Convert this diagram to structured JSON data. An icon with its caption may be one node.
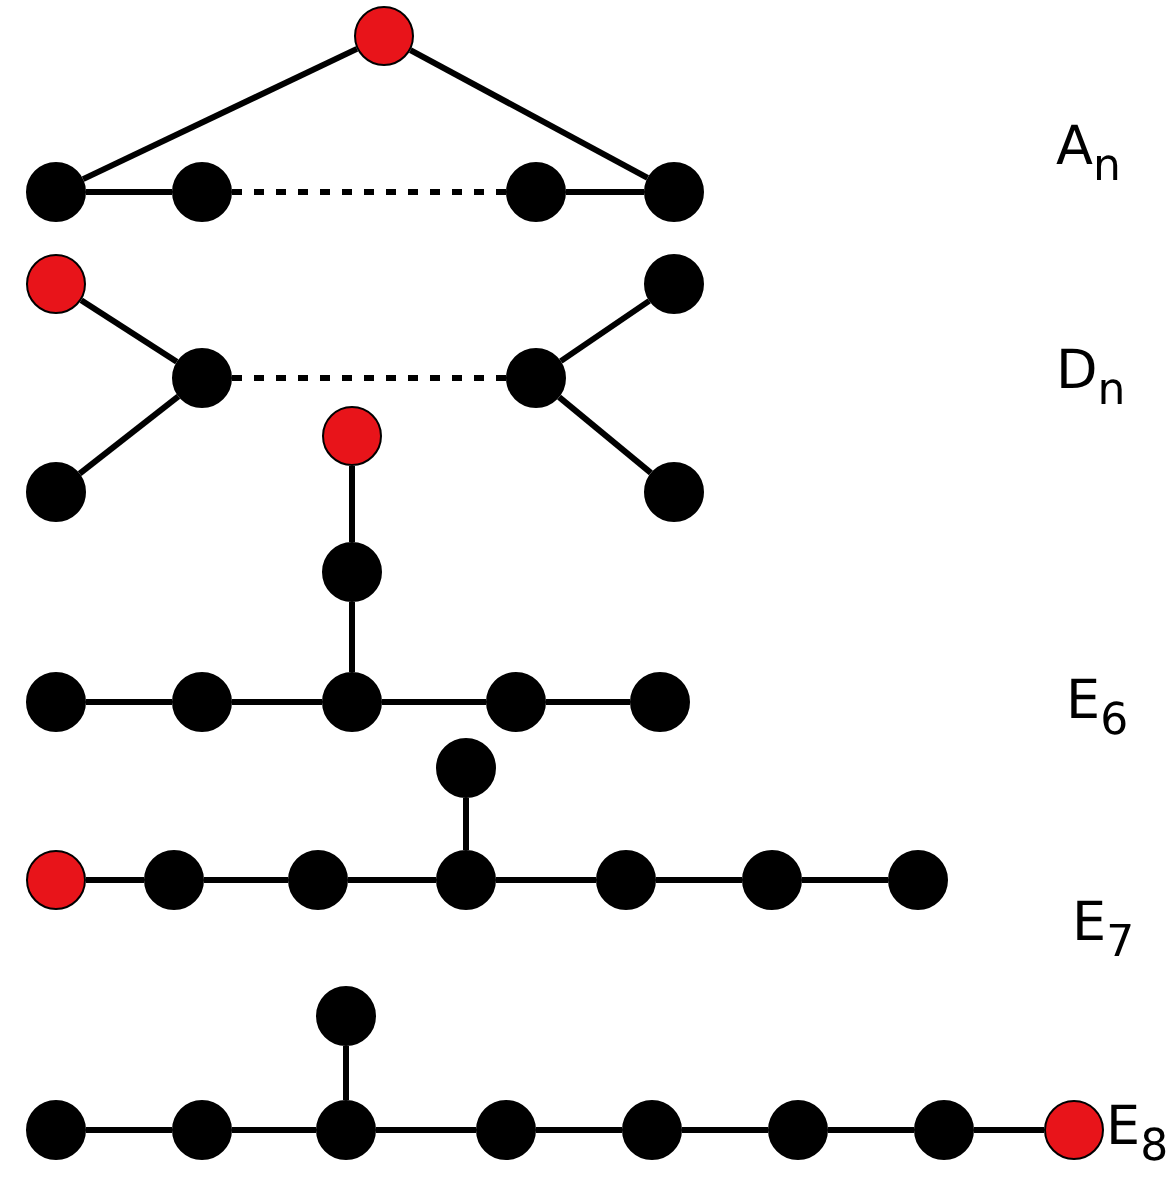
{
  "diagram": {
    "nodes": [
      {
        "text": [],
        "shape": "circle"
      },
      {
        "text": [],
        "shape": "circle"
      },
      {
        "text": [],
        "shape": "circle"
      },
      {
        "text": [],
        "shape": "circle"
      },
      {
        "text": [],
        "shape": "circle"
      },
      {
        "text": [],
        "shape": "circle"
      },
      {
        "text": [],
        "shape": "circle"
      },
      {
        "text": [],
        "shape": "circle"
      },
      {
        "text": [],
        "shape": "circle"
      },
      {
        "text": [],
        "shape": "circle"
      },
      {
        "text": [],
        "shape": "circle"
      },
      {
        "text": [],
        "shape": "circle"
      },
      {
        "text": [],
        "shape": "circle"
      },
      {
        "text": [],
        "shape": "circle"
      },
      {
        "text": [],
        "shape": "circle"
      },
      {
        "text": [],
        "shape": "circle"
      },
      {
        "text": [],
        "shape": "circle"
      },
      {
        "text": [],
        "shape": "circle"
      },
      {
        "text": [],
        "shape": "circle"
      },
      {
        "text": [],
        "shape": "circle"
      },
      {
        "text": [],
        "shape": "circle"
      },
      {
        "text": [],
        "shape": "circle"
      },
      {
        "text": [],
        "shape": "circle"
      },
      {
        "text": [],
        "shape": "circle"
      },
      {
        "text": [],
        "shape": "circle"
      },
      {
        "text": [],
        "shape": "circle"
      },
      {
        "text": [],
        "shape": "circle"
      },
      {
        "text": [],
        "shape": "circle"
      },
      {
        "text": [],
        "shape": "circle"
      },
      {
        "text": [],
        "shape": "circle"
      },
      {
        "text": [],
        "shape": "circle"
      },
      {
        "text": [],
        "shape": "circle"
      },
      {
        "text": [],
        "shape": "circle"
      },
      {
        "text": [],
        "shape": "circle"
      },
      {
        "text": [],
        "shape": "circle"
      }
    ],
    "edges": [
      {
        "from": 0,
        "to": 1,
        "arrow": "none"
      },
      {
        "from": 0,
        "to": 4,
        "arrow": "none"
      },
      {
        "from": 1,
        "to": 2,
        "arrow": "none"
      },
      {
        "from": 2,
        "to": 3,
        "arrow": "none",
        "style": "dashed"
      },
      {
        "from": 3,
        "to": 4,
        "arrow": "none"
      },
      {
        "from": 5,
        "to": 7,
        "arrow": "none"
      },
      {
        "from": 9,
        "to": 7,
        "arrow": "none"
      },
      {
        "from": 7,
        "to": 8,
        "arrow": "none",
        "style": "dashed"
      },
      {
        "from": 8,
        "to": 6,
        "arrow": "none"
      },
      {
        "from": 8,
        "to": 10,
        "arrow": "none"
      },
      {
        "from": 11,
        "to": 12,
        "arrow": "none"
      },
      {
        "from": 12,
        "to": 15,
        "arrow": "none"
      },
      {
        "from": 13,
        "to": 14,
        "arrow": "none"
      },
      {
        "from": 14,
        "to": 15,
        "arrow": "none"
      },
      {
        "from": 15,
        "to": 16,
        "arrow": "none"
      },
      {
        "from": 16,
        "to": 17,
        "arrow": "none"
      },
      {
        "from": 18,
        "to": 22,
        "arrow": "none"
      },
      {
        "from": 19,
        "to": 20,
        "arrow": "none"
      },
      {
        "from": 20,
        "to": 21,
        "arrow": "none"
      },
      {
        "from": 21,
        "to": 22,
        "arrow": "none"
      },
      {
        "from": 22,
        "to": 23,
        "arrow": "none"
      },
      {
        "from": 23,
        "to": 24,
        "arrow": "none"
      },
      {
        "from": 24,
        "to": 25,
        "arrow": "none"
      },
      {
        "from": 26,
        "to": 29,
        "arrow": "none"
      },
      {
        "from": 27,
        "to": 28,
        "arrow": "none"
      },
      {
        "from": 28,
        "to": 29,
        "arrow": "none"
      },
      {
        "from": 29,
        "to": 30,
        "arrow": "none"
      },
      {
        "from": 30,
        "to": 31,
        "arrow": "none"
      },
      {
        "from": 31,
        "to": 32,
        "arrow": "none"
      },
      {
        "from": 32,
        "to": 33,
        "arrow": "none"
      },
      {
        "from": 33,
        "to": 34,
        "arrow": "none"
      }
    ],
    "labels": [
      "A$_{n}$",
      "D$_{n}$",
      "E$_{6}$",
      "E$_{7}$",
      "E$_{8}$"
    ]
  }
}
